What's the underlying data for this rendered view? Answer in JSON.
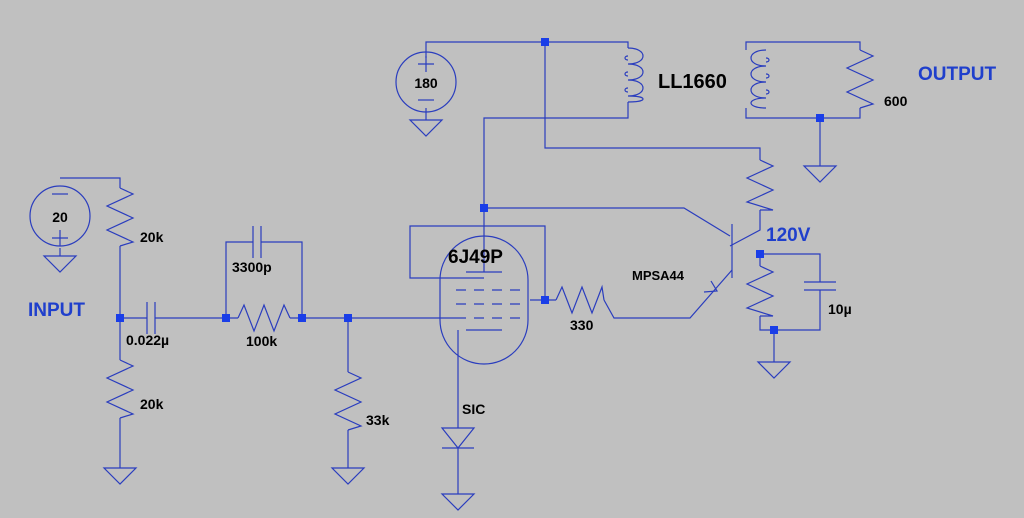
{
  "labels": {
    "input": "INPUT",
    "output": "OUTPUT",
    "node_120v": "120V"
  },
  "components": {
    "bias_supply": "20",
    "hv_supply": "180",
    "r_bias_top": "20k",
    "r_bias_bottom": "20k",
    "c_input": "0.022µ",
    "c_shunt": "3300p",
    "r_series": "100k",
    "r_grid": "33k",
    "tube": "6J49P",
    "r_base": "330",
    "transistor": "MPSA44",
    "diode": "SIC",
    "transformer": "LL1660",
    "r_load": "600",
    "c_emitter": "10µ"
  },
  "colors": {
    "background": "#c0c0c0",
    "wire": "#2a3dbe",
    "net_label": "#1f3fcc",
    "junction": "#1a3ee8"
  }
}
